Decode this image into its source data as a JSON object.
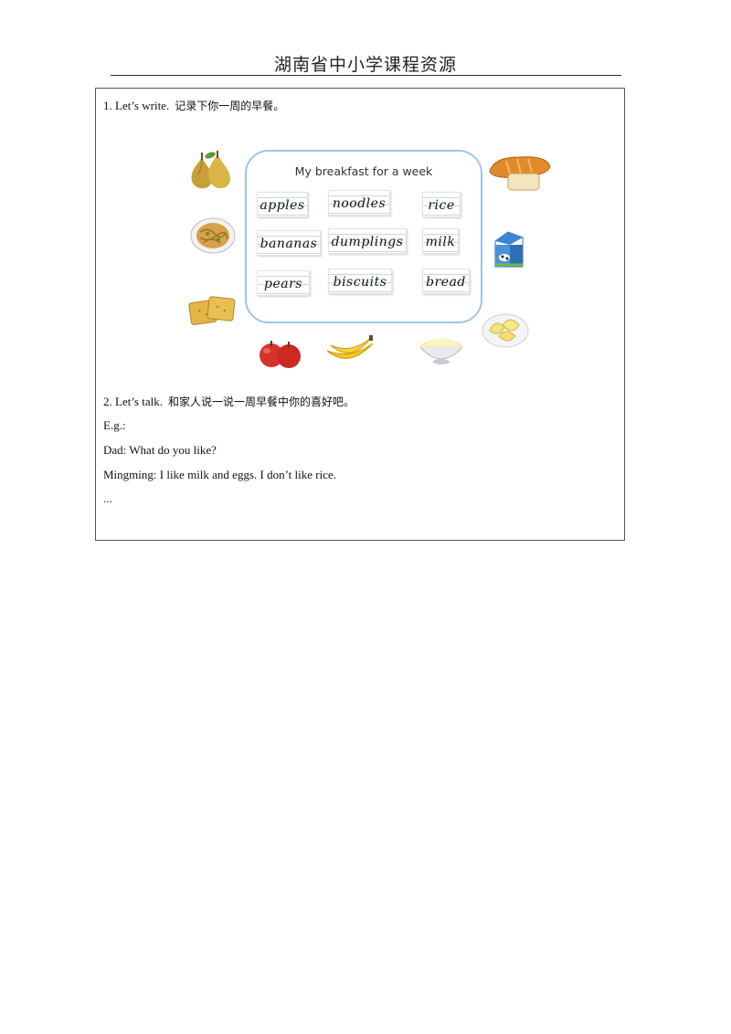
{
  "header": {
    "title": "湖南省中小学课程资源"
  },
  "section1": {
    "label": "1. Let’s write.",
    "instruction": "记录下你一周的早餐。"
  },
  "board": {
    "title": "My breakfast for a week",
    "words": [
      "apples",
      "noodles",
      "rice",
      "bananas",
      "dumplings",
      "milk",
      "pears",
      "biscuits",
      "bread"
    ]
  },
  "section2": {
    "label": "2. Let’s talk.",
    "instruction": "和家人说一说一周早餐中你的喜好吧。",
    "example_label": "E.g.:",
    "dialogue": [
      "Dad: What do you like?",
      "Mingming: I like milk and eggs. I don’t like rice."
    ],
    "ellipsis": "..."
  },
  "food_icons": [
    "pears-icon",
    "noodles-icon",
    "biscuits-icon",
    "apples-icon",
    "bananas-icon",
    "rice-icon",
    "bread-icon",
    "milk-carton-icon",
    "dumplings-icon"
  ],
  "colors": {
    "board_border": "#9cc6e6",
    "card_rule": "#bfe2c4"
  }
}
